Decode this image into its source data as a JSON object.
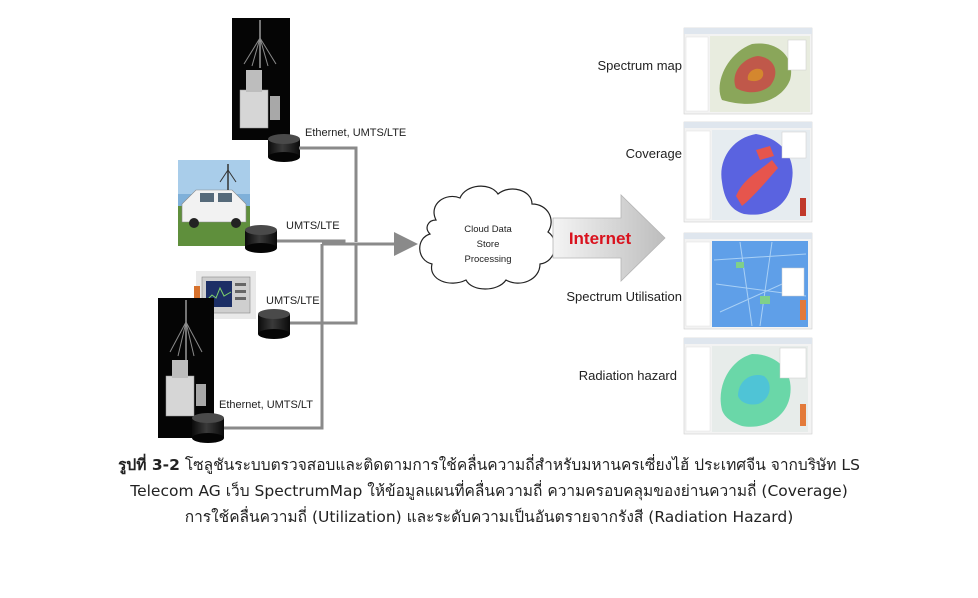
{
  "links": {
    "station1": "Ethernet, UMTS/LTE",
    "station2": "UMTS/LTE",
    "station3": "UMTS/LTE",
    "station4": "Ethernet, UMTS/LT"
  },
  "cloud": {
    "line1": "Cloud Data",
    "line2": "Store",
    "line3": "Processing"
  },
  "internet": {
    "label": "Internet",
    "color": "#d9121e"
  },
  "maps": {
    "spectrum_map": "Spectrum map",
    "coverage": "Coverage",
    "utilisation": "Spectrum Utilisation",
    "radiation": "Radiation hazard"
  },
  "caption": {
    "figure_label": "รูปที่ 3-2",
    "line1": "โซลูชันระบบตรวจสอบและติดตามการใช้คลื่นความถี่สำหรับมหานครเซี่ยงไฮ้ ประเทศจีน จากบริษัท LS",
    "line2": "Telecom AG เว็บ SpectrumMap ให้ข้อมูลแผนที่คลื่นความถี่ ความครอบคลุมของย่านความถี่ (Coverage)",
    "line3": "การใช้คลื่นความถี่ (Utilization) และระดับความเป็นอันตรายจากรังสี (Radiation Hazard)"
  },
  "colors": {
    "connector": "#8a8a8a",
    "arrow": "#cfcfcf"
  }
}
